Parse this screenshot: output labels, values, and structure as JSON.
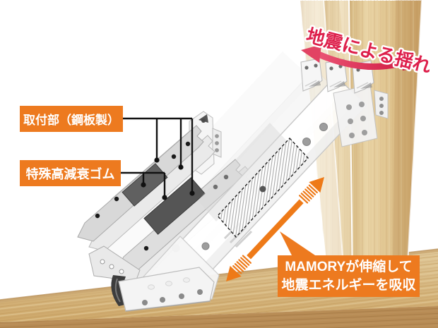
{
  "diagram": {
    "subject": "seismic-damper-on-wood-frame"
  },
  "labels": {
    "mounting_part": "取付部（鋼板製）",
    "damping_rubber": "特殊高減衰ゴム"
  },
  "shake_arrow": {
    "label": "地震による揺れ",
    "color": "#DB2049"
  },
  "energy_callout": {
    "line1": "MAMORYが伸縮して",
    "line2": "地震エネルギーを吸収",
    "bg": "#ED7A1F"
  },
  "arrows": {
    "sway": {
      "name": "sway-double-arrow",
      "color": "#D92148"
    },
    "stretch": {
      "name": "stretch-double-arrow",
      "color": "#EE7A18"
    }
  },
  "colors": {
    "accent_orange": "#ED7A1F",
    "alert_red": "#DB2049",
    "wood_light": "#E9D3A4",
    "wood_dark": "#B68B55",
    "steel_gray": "#D8D8D8",
    "rubber_gray": "#565656",
    "leader_line": "#111111"
  }
}
